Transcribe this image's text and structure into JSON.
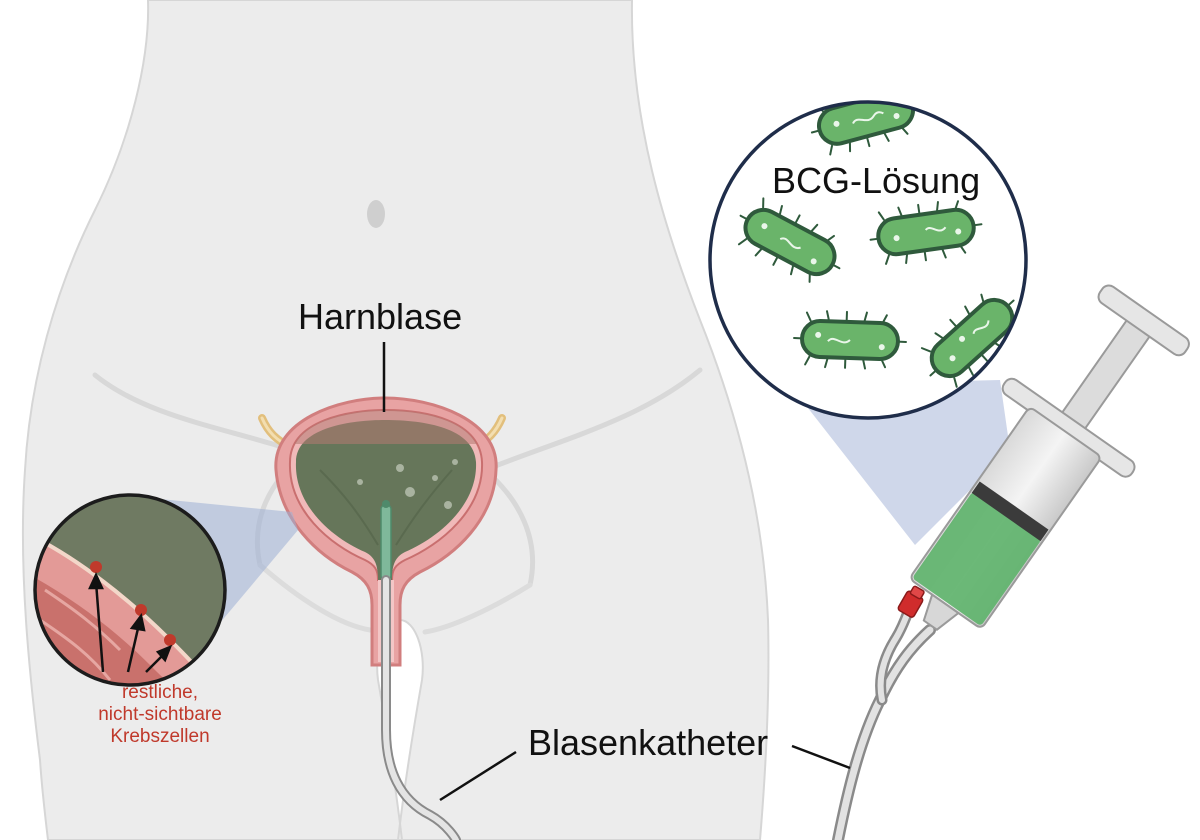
{
  "labels": {
    "bladder": "Harnblase",
    "solution": "BCG-Lösung",
    "catheter": "Blasenkatheter",
    "cancer_cells": [
      "restliche,",
      "nicht-sichtbare",
      "Krebszellen"
    ]
  },
  "colors": {
    "body_fill": "#ececec",
    "body_outline": "#d6d6d6",
    "bladder_wall": "#e8a3a3",
    "bladder_wall_dark": "#d98484",
    "bladder_content": "#66765a",
    "bcg_liquid": "#5fb36d",
    "bacteria_fill": "#6ab46a",
    "bacteria_outline": "#2f5a3c",
    "magnifier_outline": "#1f2d4a",
    "magnifier_beam": "#9fb0d6",
    "cancer_cell": "#c0392b",
    "cancer_label": "#c0392b",
    "ureter": "#e9c98a",
    "catheter_tube": "#cfcfcf",
    "connector": "#d02c2c"
  },
  "icons": [
    "bacterium-icon",
    "syringe-icon",
    "magnifier-icon",
    "catheter-icon"
  ]
}
